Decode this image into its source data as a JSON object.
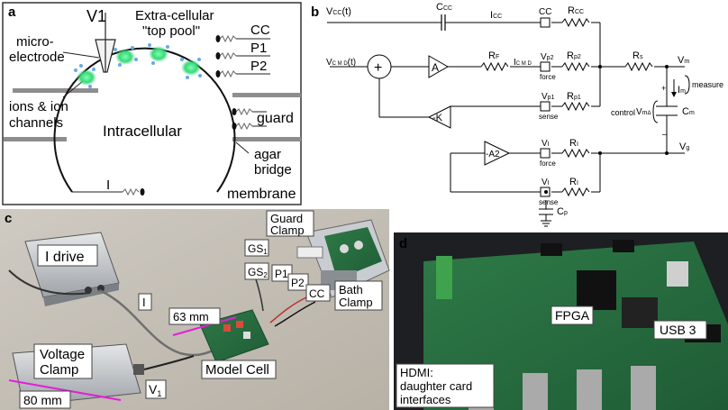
{
  "panels": {
    "a": "a",
    "b": "b",
    "c": "c",
    "d": "d"
  },
  "panel_a": {
    "v1": "V1",
    "extracellular": "Extra-cellular",
    "top_pool": "\"top pool\"",
    "micro": "micro-",
    "electrode": "electrode",
    "ions_line1": "ions & ion",
    "ions_line2": "channels",
    "intracellular": "Intracellular",
    "cc": "CC",
    "p1": "P1",
    "p2": "P2",
    "guard": "guard",
    "agar": "agar",
    "bridge": "bridge",
    "i": "I",
    "membrane": "membrane"
  },
  "panel_b": {
    "vcc": "V",
    "vcc_sub": "CC",
    "vcc_t": "(t)",
    "ccc": "C",
    "ccc_sub": "CC",
    "icc": "I",
    "icc_sub": "CC",
    "cc": "CC",
    "rcc": "R",
    "rcc_sub": "CC",
    "vcmd": "V",
    "vcmd_sub": "C M D",
    "vcmd_t": "(t)",
    "plus": "+",
    "amp_a": "A",
    "rf": "R",
    "rf_sub": "F",
    "icmd": "I",
    "icmd_sub": "C M D",
    "vp2": "V",
    "vp2_sub": "p2",
    "force1": "force",
    "rp2": "R",
    "rp2_sub": "p2",
    "rs": "R",
    "rs_sub": "s",
    "vm": "V",
    "vm_sub": "m",
    "im": "I",
    "im_sub": "m",
    "measure": "measure",
    "control": "control",
    "vmd": "V",
    "vmd_sub": "m",
    "vmd_delta": "Δ",
    "cm": "C",
    "cm_sub": "m",
    "minus_k": "-K",
    "vp1": "V",
    "vp1_sub": "p1",
    "sense1": "sense",
    "rp1": "R",
    "rp1_sub": "p1",
    "plus_sign": "+",
    "minus_sign": "–",
    "vg": "V",
    "vg_sub": "g",
    "a2": "-A2",
    "vi1": "V",
    "vi1_sub": "I",
    "force2": "force",
    "ri1": "R",
    "ri1_sub": "I",
    "vi2": "V",
    "vi2_sub": "I",
    "sense2": "sense",
    "ri2": "R",
    "ri2_sub": "I",
    "cp": "C",
    "cp_sub": "p"
  },
  "panel_c": {
    "i_drive": "I drive",
    "guard_clamp_1": "Guard",
    "guard_clamp_2": "Clamp",
    "gs1": "GS",
    "gs1_sub": "1",
    "gs2": "GS",
    "gs2_sub": "2",
    "p1": "P1",
    "p2": "P2",
    "cc": "CC",
    "bath_clamp_1": "Bath",
    "bath_clamp_2": "Clamp",
    "i": "I",
    "mm63": "63 mm",
    "voltage_clamp_1": "Voltage",
    "voltage_clamp_2": "Clamp",
    "model_cell": "Model Cell",
    "v1": "V",
    "v1_sub": "1",
    "mm80": "80 mm"
  },
  "panel_d": {
    "fpga": "FPGA",
    "usb3": "USB 3",
    "hdmi_1": "HDMI:",
    "hdmi_2": "daughter card",
    "hdmi_3": "interfaces"
  },
  "colors": {
    "magenta": "#e21fd8",
    "green_glow": "#44e08a",
    "blue_dot": "#7ab4e8",
    "pcb_green": "#2f7d4a",
    "label_border_yellow": "#e6e08a",
    "label_border_purple": "#b98ad6"
  }
}
